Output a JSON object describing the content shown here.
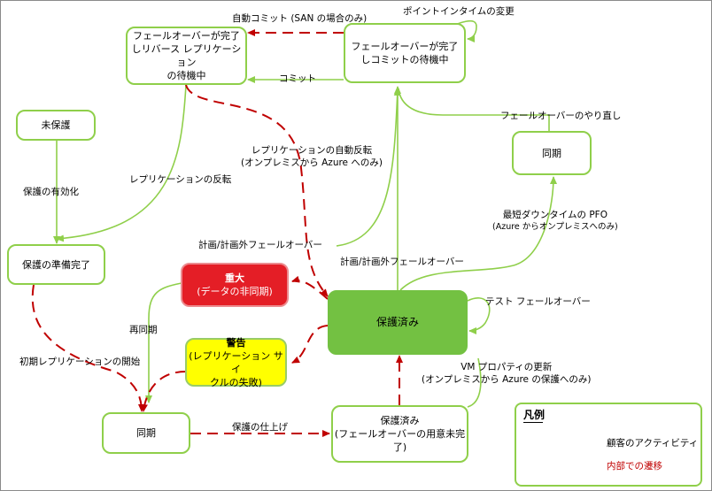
{
  "nodes": {
    "failover_complete_reverse": [
      "フェールオーバーが完了",
      "しリバース レプリケーション",
      "の待機中"
    ],
    "failover_complete_commit": [
      "フェールオーバーが完了",
      "しコミットの待機中"
    ],
    "unprotected": "未保護",
    "sync_top": "同期",
    "prep_complete": "保護の準備完了",
    "critical": [
      "重大",
      "(データの非同期)"
    ],
    "warning": [
      "警告",
      "(レプリケーション サイ",
      "クルの失敗)"
    ],
    "protected": "保護済み",
    "sync_bottom": "同期",
    "protected_pending": [
      "保護済み",
      "(フェールオーバーの用意未完了)"
    ]
  },
  "labels": {
    "auto_commit": "自動コミット (SAN の場合のみ)",
    "point_in_time": "ポイントインタイムの変更",
    "commit": "コミット",
    "failover_retry": "フェールオーバーのやり直し",
    "auto_reverse": [
      "レプリケーションの自動反転",
      "(オンプレミスから Azure へのみ)"
    ],
    "reverse_replication": "レプリケーションの反転",
    "enable_protection": "保護の有効化",
    "planned_failover_left": "計画/計画外フェールオーバー",
    "planned_failover_right": "計画/計画外フェールオーバー",
    "min_downtime_pfo": [
      "最短ダウンタイムの PFO",
      "(Azure からオンプレミスへのみ)"
    ],
    "test_failover": "テスト フェールオーバー",
    "resync": "再同期",
    "initial_replication": "初期レプリケーションの開始",
    "vm_property_update": [
      "VM プロパティの更新",
      "(オンプレミスから Azure の保護へのみ)"
    ],
    "finalize_protection": "保護の仕上げ"
  },
  "legend": {
    "title": "凡例",
    "customer_activity": "顧客のアクティビティ",
    "internal_transition": "内部での遷移"
  },
  "colors": {
    "green_line": "#8fcf4a",
    "red_dash": "#c00000",
    "protected_fill": "#73c142",
    "critical_fill": "#e41e26",
    "warning_fill": "#ffff00"
  }
}
